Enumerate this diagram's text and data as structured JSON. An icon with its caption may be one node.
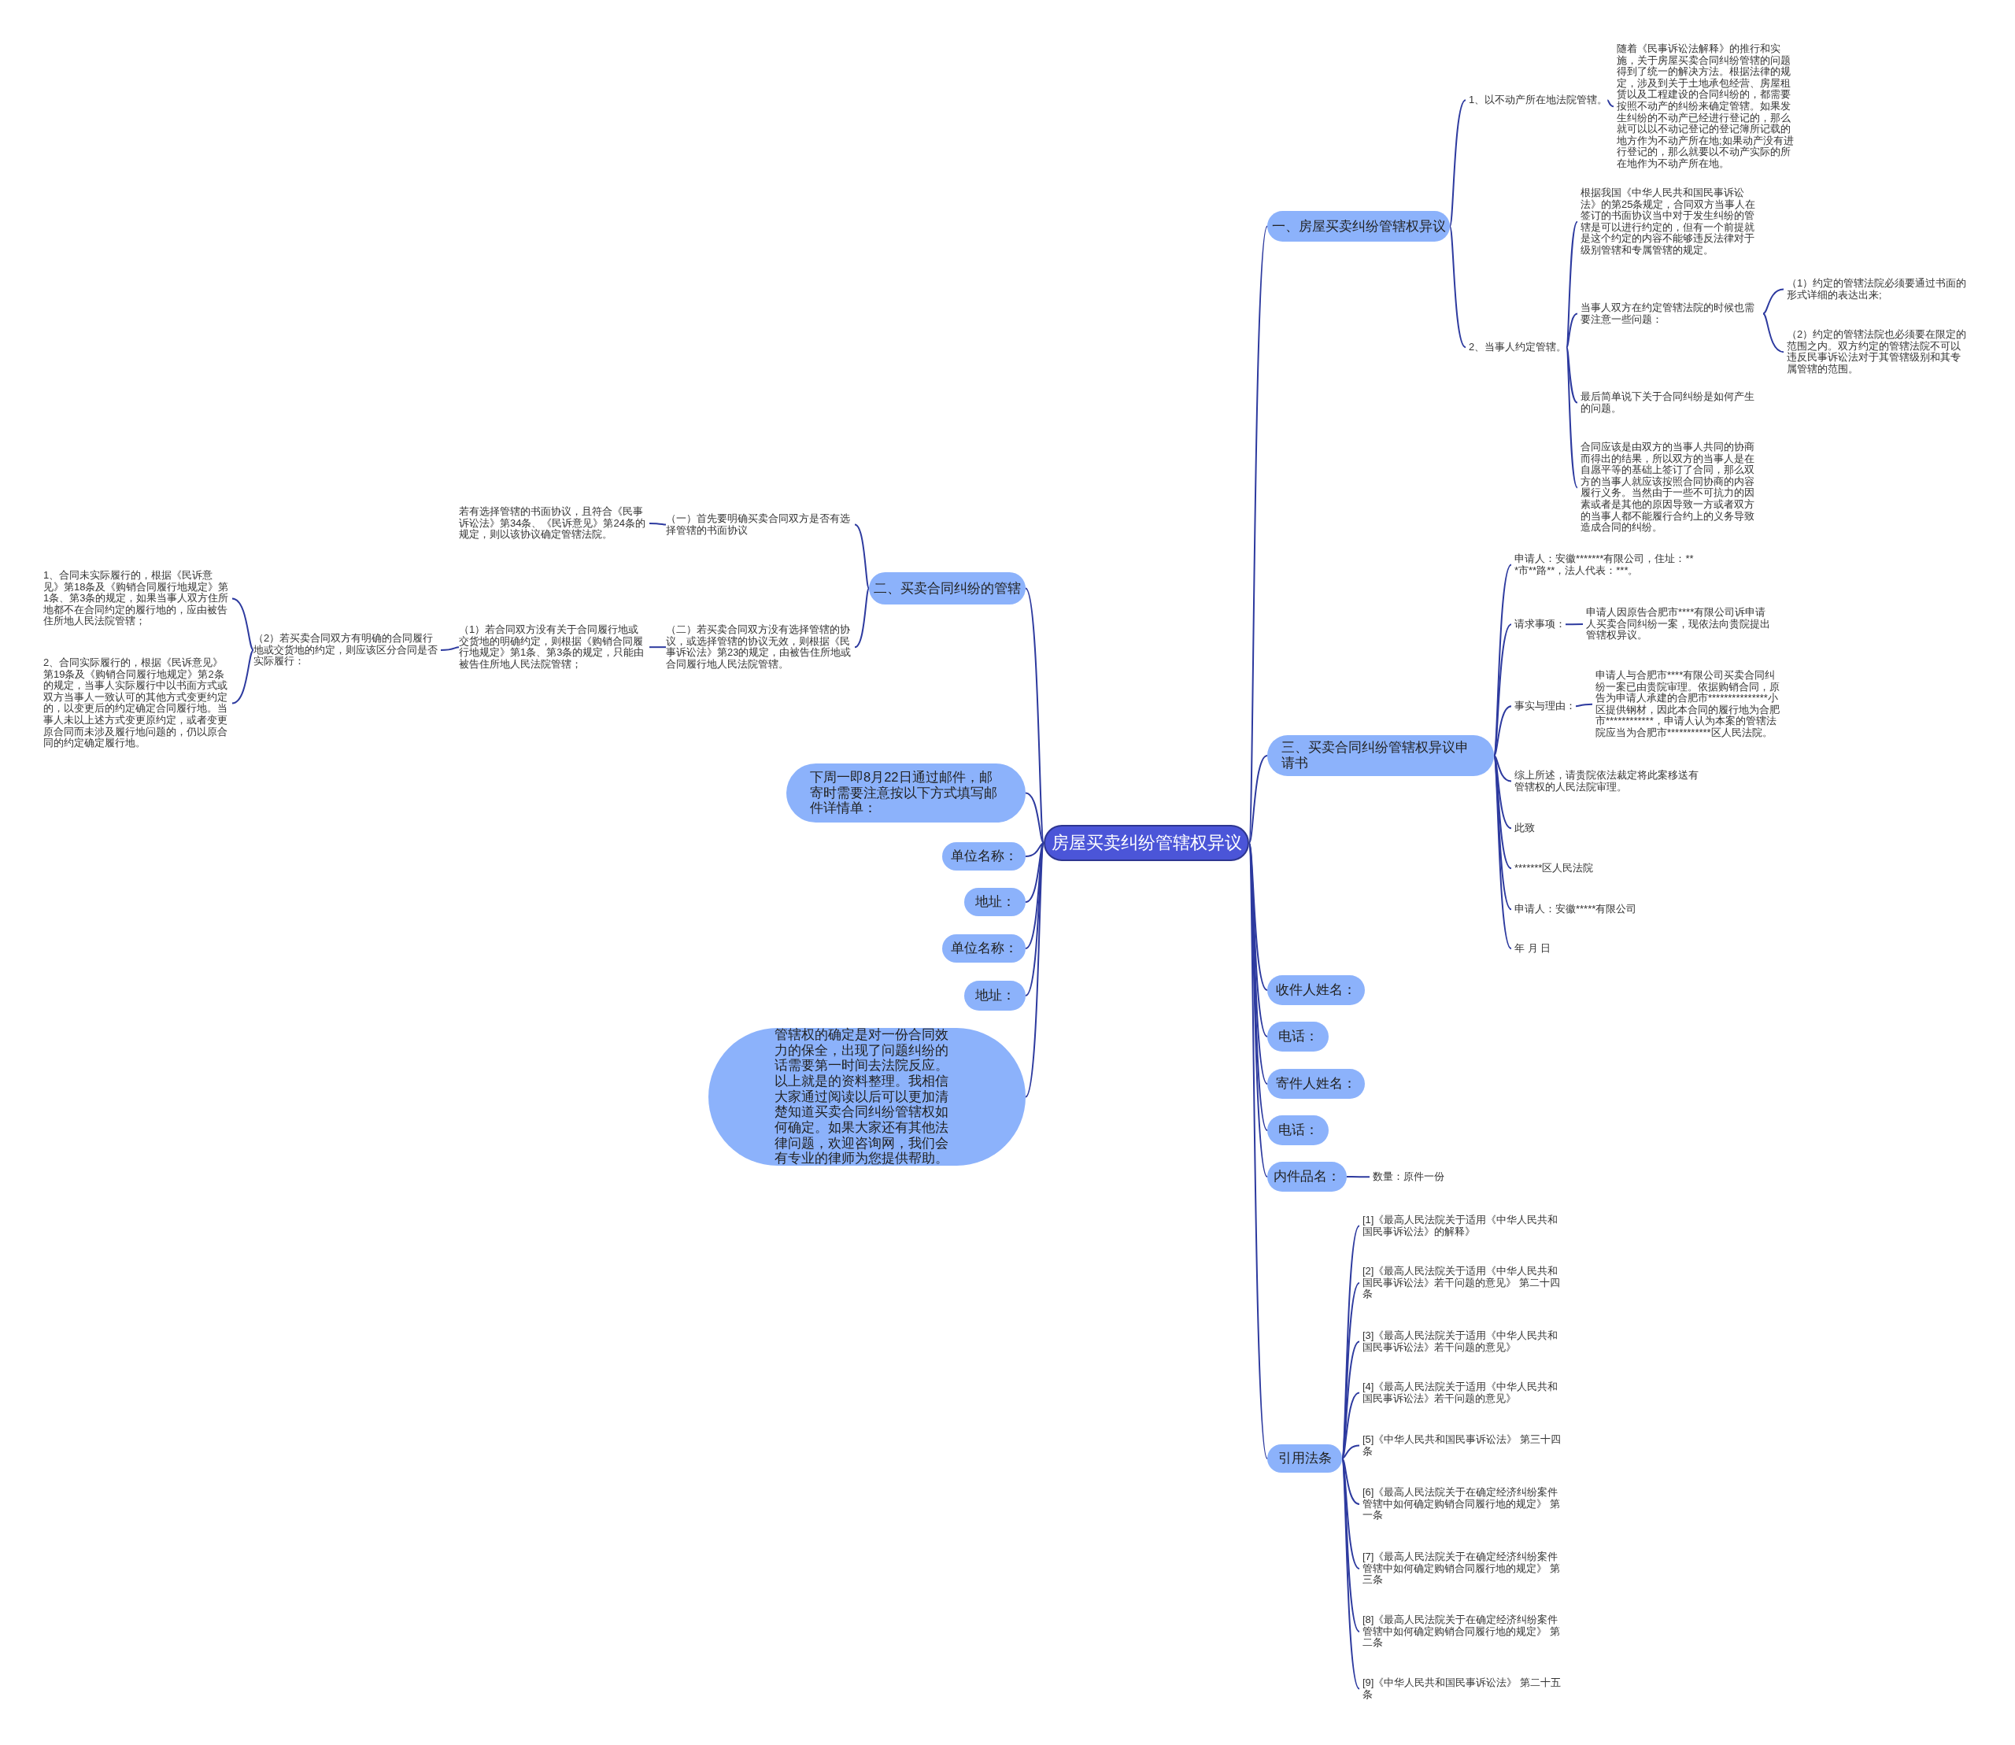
{
  "diagram": {
    "nodes": [
      {
        "text": [
          "房屋买卖纠纷管辖权异议"
        ]
      },
      {
        "text": [
          "一、房屋买卖纠纷管辖权异议"
        ]
      },
      {
        "text": [
          "1、以不动产所在地法院管辖。"
        ]
      },
      {
        "text": [
          "随着《民事诉讼法解释》的推行和实施，关于房屋买卖合同纠纷管辖的问题得到了统一的解决方法。根据法律的规定，涉及到关于土地承包经营、房屋租赁以及工程建设的合同纠纷的，都需要按照不动产的纠纷来确定管辖。如果发生纠纷的不动产已经进行登记的，那么就可以以不动记登记的登记簿所记载的地方作为不动产所在地;如果动产没有进行登记的，那么就要以不动产实际的所在地作为不动产所在地。"
        ]
      },
      {
        "text": [
          "2、当事人约定管辖。"
        ]
      },
      {
        "text": [
          "根据我国《中华人民共和国民事诉讼法》的第25条规定，合同双方当事人在签订的书面协议当中对于发生纠纷的管辖是可以进行约定的，但有一个前提就是这个约定的内容不能够违反法律对于级别管辖和专属管辖的规定。"
        ]
      },
      {
        "text": [
          "当事人双方在约定管辖法院的时候也需要注意一些问题："
        ]
      },
      {
        "text": [
          "（1）约定的管辖法院必须要通过书面的形式详细的表达出来;"
        ]
      },
      {
        "text": [
          "（2）约定的管辖法院也必须要在限定的范围之内。双方约定的管辖法院不可以违反民事诉讼法对于其管辖级别和其专属管辖的范围。"
        ]
      },
      {
        "text": [
          "最后简单说下关于合同纠纷是如何产生的问题。"
        ]
      },
      {
        "text": [
          "合同应该是由双方的当事人共同的协商而得出的结果，所以双方的当事人是在自愿平等的基础上签订了合同，那么双方的当事人就应该按照合同协商的内容履行义务。当然由于一些不可抗力的因素或者是其他的原因导致一方或者双方的当事人都不能履行合约上的义务导致造成合同的纠纷。"
        ]
      },
      {
        "text": [
          "二、买卖合同纠纷的管辖"
        ]
      },
      {
        "text": [
          "（一）首先要明确买卖合同双方是否有选择管辖的书面协议"
        ]
      },
      {
        "text": [
          "若有选择管辖的书面协议，且符合《民事诉讼法》第34条、《民诉意见》第24条的规定，则以该协议确定管辖法院。"
        ]
      },
      {
        "text": [
          "（二）若买卖合同双方没有选择管辖的协议，或选择管辖的协议无效，则根据《民事诉讼法》第23的规定，由被告住所地或合同履行地人民法院管辖。"
        ]
      },
      {
        "text": [
          "（1）若合同双方没有关于合同履行地或交货地的明确约定，则根据《购销合同履行地规定》第1条、第3条的规定，只能由被告住所地人民法院管辖；"
        ]
      },
      {
        "text": [
          "（2）若买卖合同双方有明确的合同履行地或交货地的约定，则应该区分合同是否实际履行："
        ]
      },
      {
        "text": [
          "1、合同未实际履行的，根据《民诉意见》第18条及《购销合同履行地规定》第1条、第3条的规定，如果当事人双方住所地都不在合同约定的履行地的，应由被告住所地人民法院管辖；"
        ]
      },
      {
        "text": [
          "2、合同实际履行的，根据《民诉意见》第19条及《购销合同履行地规定》第2条的规定，当事人实际履行中以书面方式或双方当事人一致认可的其他方式变更约定的，以变更后的约定确定合同履行地。当事人未以上述方式变更原约定，或者变更原合同而未涉及履行地问题的，仍以原合同的约定确定履行地。"
        ]
      },
      {
        "text": [
          "三、买卖合同纠纷管辖权异议申请书"
        ]
      },
      {
        "text": [
          "申请人：安徽*******有限公司，住址：***市**路**，法人代表：***。"
        ]
      },
      {
        "text": [
          "请求事项："
        ]
      },
      {
        "text": [
          "申请人因原告合肥市****有限公司诉申请人买卖合同纠纷一案，现依法向贵院提出管辖权异议。"
        ]
      },
      {
        "text": [
          "事实与理由："
        ]
      },
      {
        "text": [
          "申请人与合肥市****有限公司买卖合同纠纷一案已由贵院审理。依据购销合同，原告为申请人承建的合肥市***************小区提供钢材，因此本合同的履行地为合肥市************，申请人认为本案的管辖法院应当为合肥市***********区人民法院。"
        ]
      },
      {
        "text": [
          "综上所述，请贵院依法裁定将此案移送有管辖权的人民法院审理。"
        ]
      },
      {
        "text": [
          "此致"
        ]
      },
      {
        "text": [
          "*******区人民法院"
        ]
      },
      {
        "text": [
          "申请人：安徽*****有限公司"
        ]
      },
      {
        "text": [
          "年  月  日"
        ]
      },
      {
        "text": [
          "下周一即8月22日通过邮件，邮寄时需要注意按以下方式填写邮件详情单："
        ]
      },
      {
        "text": [
          "单位名称："
        ]
      },
      {
        "text": [
          "地址："
        ]
      },
      {
        "text": [
          "单位名称："
        ]
      },
      {
        "text": [
          "地址："
        ]
      },
      {
        "text": [
          "管辖权的确定是对一份合同效力的保全，出现了问题纠纷的话需要第一时间去法院反应。以上就是的资料整理。我相信大家通过阅读以后可以更加清楚知道买卖合同纠纷管辖权如何确定。如果大家还有其他法律问题，欢迎咨询网，我们会有专业的律师为您提供帮助。"
        ]
      },
      {
        "text": [
          "收件人姓名："
        ]
      },
      {
        "text": [
          "电话："
        ]
      },
      {
        "text": [
          "寄件人姓名："
        ]
      },
      {
        "text": [
          "电话："
        ]
      },
      {
        "text": [
          "内件品名："
        ]
      },
      {
        "text": [
          "数量：原件一份"
        ]
      },
      {
        "text": [
          "引用法条"
        ]
      },
      {
        "text": [
          "[1]《最高人民法院关于适用《中华人民共和国民事诉讼法》的解释》"
        ]
      },
      {
        "text": [
          "[2]《最高人民法院关于适用《中华人民共和国民事诉讼法》若干问题的意见》 第二十四条"
        ]
      },
      {
        "text": [
          "[3]《最高人民法院关于适用《中华人民共和国民事诉讼法》若干问题的意见》"
        ]
      },
      {
        "text": [
          "[4]《最高人民法院关于适用《中华人民共和国民事诉讼法》若干问题的意见》"
        ]
      },
      {
        "text": [
          "[5]《中华人民共和国民事诉讼法》 第三十四条"
        ]
      },
      {
        "text": [
          "[6]《最高人民法院关于在确定经济纠纷案件管辖中如何确定购销合同履行地的规定》 第一条"
        ]
      },
      {
        "text": [
          "[7]《最高人民法院关于在确定经济纠纷案件管辖中如何确定购销合同履行地的规定》 第三条"
        ]
      },
      {
        "text": [
          "[8]《最高人民法院关于在确定经济纠纷案件管辖中如何确定购销合同履行地的规定》 第二条"
        ]
      },
      {
        "text": [
          "[9]《中华人民共和国民事诉讼法》 第二十五条"
        ]
      }
    ],
    "edges": [
      {
        "from": 0,
        "to": 1,
        "arrow": "none"
      },
      {
        "from": 1,
        "to": 2,
        "arrow": "none"
      },
      {
        "from": 2,
        "to": 3,
        "arrow": "none"
      },
      {
        "from": 1,
        "to": 4,
        "arrow": "none"
      },
      {
        "from": 4,
        "to": 5,
        "arrow": "none"
      },
      {
        "from": 4,
        "to": 6,
        "arrow": "none"
      },
      {
        "from": 6,
        "to": 7,
        "arrow": "none"
      },
      {
        "from": 6,
        "to": 8,
        "arrow": "none"
      },
      {
        "from": 4,
        "to": 9,
        "arrow": "none"
      },
      {
        "from": 4,
        "to": 10,
        "arrow": "none"
      },
      {
        "from": 0,
        "to": 11,
        "arrow": "none"
      },
      {
        "from": 11,
        "to": 12,
        "arrow": "none"
      },
      {
        "from": 12,
        "to": 13,
        "arrow": "none"
      },
      {
        "from": 11,
        "to": 14,
        "arrow": "none"
      },
      {
        "from": 14,
        "to": 15,
        "arrow": "none"
      },
      {
        "from": 15,
        "to": 16,
        "arrow": "none"
      },
      {
        "from": 16,
        "to": 17,
        "arrow": "none"
      },
      {
        "from": 16,
        "to": 18,
        "arrow": "none"
      },
      {
        "from": 0,
        "to": 19,
        "arrow": "none"
      },
      {
        "from": 19,
        "to": 20,
        "arrow": "none"
      },
      {
        "from": 19,
        "to": 21,
        "arrow": "none"
      },
      {
        "from": 21,
        "to": 22,
        "arrow": "none"
      },
      {
        "from": 19,
        "to": 23,
        "arrow": "none"
      },
      {
        "from": 23,
        "to": 24,
        "arrow": "none"
      },
      {
        "from": 19,
        "to": 25,
        "arrow": "none"
      },
      {
        "from": 19,
        "to": 26,
        "arrow": "none"
      },
      {
        "from": 19,
        "to": 27,
        "arrow": "none"
      },
      {
        "from": 19,
        "to": 28,
        "arrow": "none"
      },
      {
        "from": 19,
        "to": 29,
        "arrow": "none"
      },
      {
        "from": 0,
        "to": 30,
        "arrow": "none"
      },
      {
        "from": 0,
        "to": 31,
        "arrow": "none"
      },
      {
        "from": 0,
        "to": 32,
        "arrow": "none"
      },
      {
        "from": 0,
        "to": 33,
        "arrow": "none"
      },
      {
        "from": 0,
        "to": 34,
        "arrow": "none"
      },
      {
        "from": 0,
        "to": 35,
        "arrow": "none"
      },
      {
        "from": 0,
        "to": 36,
        "arrow": "none"
      },
      {
        "from": 0,
        "to": 37,
        "arrow": "none"
      },
      {
        "from": 0,
        "to": 38,
        "arrow": "none"
      },
      {
        "from": 0,
        "to": 39,
        "arrow": "none"
      },
      {
        "from": 0,
        "to": 40,
        "arrow": "none"
      },
      {
        "from": 40,
        "to": 41,
        "arrow": "none"
      },
      {
        "from": 0,
        "to": 42,
        "arrow": "none"
      },
      {
        "from": 42,
        "to": 43,
        "arrow": "none"
      },
      {
        "from": 42,
        "to": 44,
        "arrow": "none"
      },
      {
        "from": 42,
        "to": 45,
        "arrow": "none"
      },
      {
        "from": 42,
        "to": 46,
        "arrow": "none"
      },
      {
        "from": 42,
        "to": 47,
        "arrow": "none"
      },
      {
        "from": 42,
        "to": 48,
        "arrow": "none"
      },
      {
        "from": 42,
        "to": 49,
        "arrow": "none"
      },
      {
        "from": 42,
        "to": 50,
        "arrow": "none"
      },
      {
        "from": 42,
        "to": 51,
        "arrow": "none"
      }
    ]
  }
}
